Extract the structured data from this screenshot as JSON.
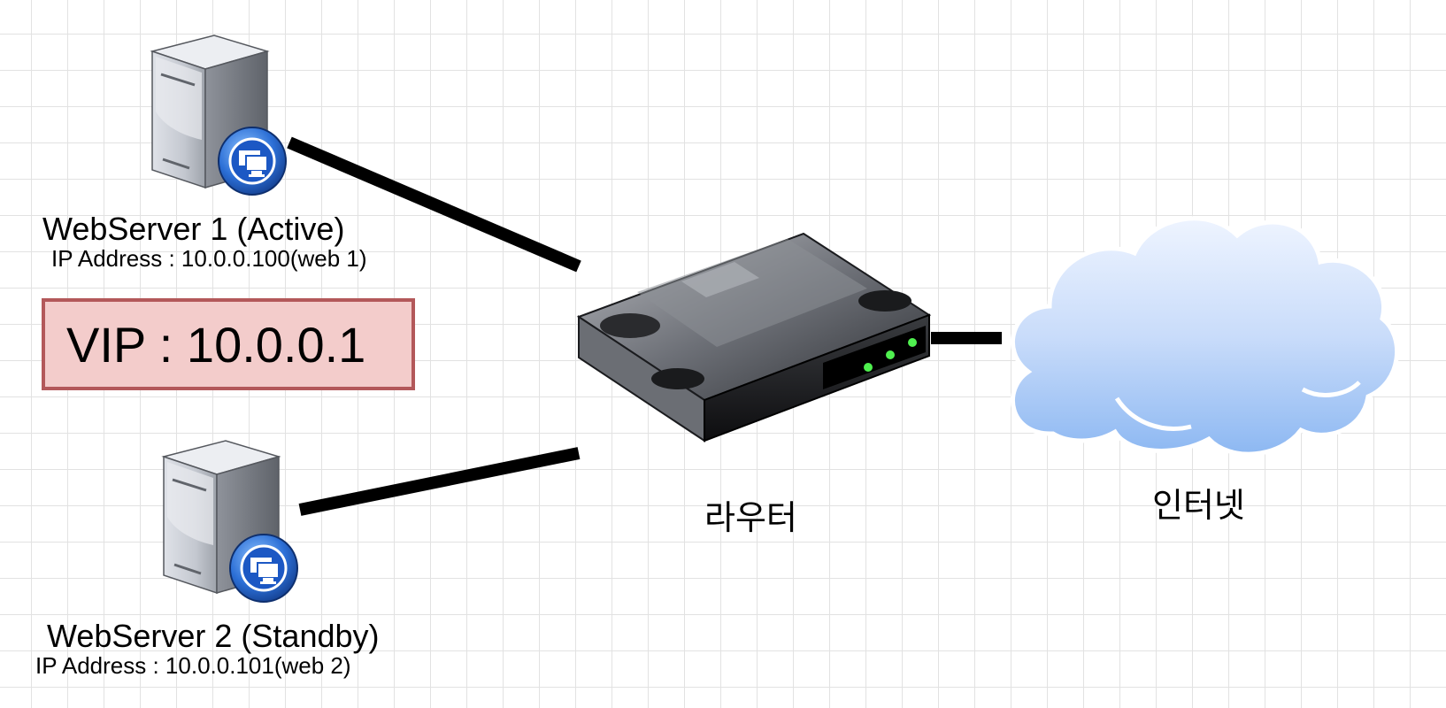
{
  "servers": [
    {
      "title": "WebServer 1 (Active)",
      "ip": "IP Address : 10.0.0.100(web 1)"
    },
    {
      "title": "WebServer 2 (Standby)",
      "ip": "IP Address : 10.0.0.101(web 2)"
    }
  ],
  "vip": {
    "text": "VIP : 10.0.0.1",
    "fill": "#f3cccb",
    "border": "#b3585a"
  },
  "router": {
    "label": "라우터"
  },
  "internet": {
    "label": "인터넷"
  },
  "icons": [
    "server-icon",
    "monitor-badge-icon",
    "router-icon",
    "cloud-icon"
  ],
  "colors": {
    "link": "#000000",
    "cloud": "#a7c8f5",
    "led": "#4ff04f",
    "grid": "#e2e2e2"
  }
}
